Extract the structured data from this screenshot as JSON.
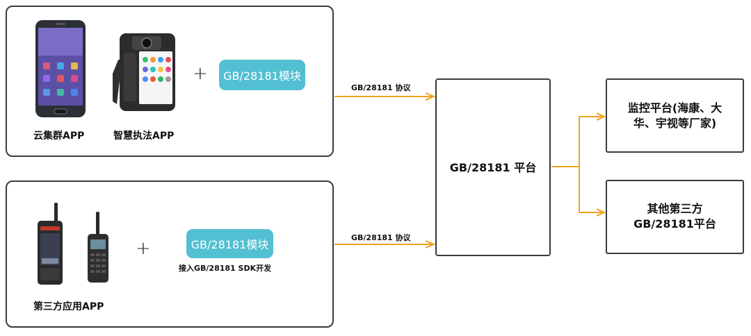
{
  "group1": {
    "yun_label": "云集群APP",
    "zhihui_label": "智慧执法APP",
    "plus": "+",
    "module": "GB/28181模块"
  },
  "group2": {
    "third_label": "第三方应用APP",
    "plus": "+",
    "module": "GB/28181模块",
    "sdk_note": "接入GB/28181 SDK开发"
  },
  "protocol_top": "GB/28181 协议",
  "protocol_bottom": "GB/28181 协议",
  "platform": "GB/28181 平台",
  "monitor": {
    "line1": "监控平台(海康、大",
    "line2": "华、宇视等厂家)"
  },
  "other": {
    "line1": "其他第三方",
    "line2": "GB/28181平台"
  },
  "colors": {
    "accent": "#f0a21a",
    "module_bg": "#52bfd2",
    "border": "#3a3a3a"
  }
}
